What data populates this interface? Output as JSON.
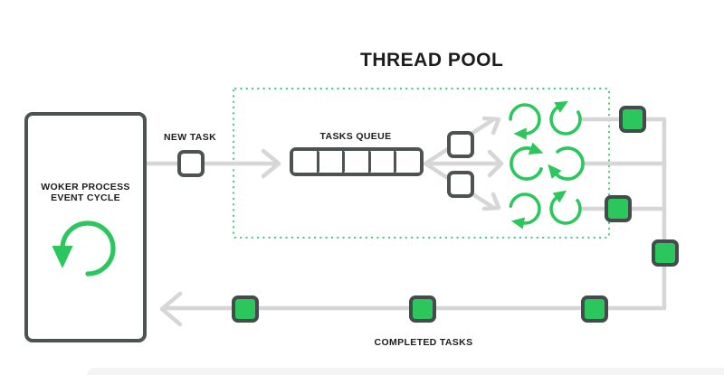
{
  "diagram_title": "THREAD POOL",
  "worker": {
    "label_line1": "WOKER PROCESS",
    "label_line2": "EVENT CYCLE"
  },
  "new_task_label": "NEW TASK",
  "tasks_queue_label": "TASKS QUEUE",
  "completed_tasks_label": "COMPLETED TASKS",
  "queue": {
    "cell_count": 5
  },
  "icons": {
    "cycle": "cycle-arrow-icon",
    "arrow_right": "arrowhead-right-icon",
    "arrow_left": "arrowhead-left-icon"
  },
  "colors": {
    "green": "#2bc75c",
    "green_dotted": "#4fcd7c",
    "dark": "#4d5253",
    "line": "#d6d6d6",
    "text": "#1c1c1c",
    "band": "#f4f4f5"
  }
}
